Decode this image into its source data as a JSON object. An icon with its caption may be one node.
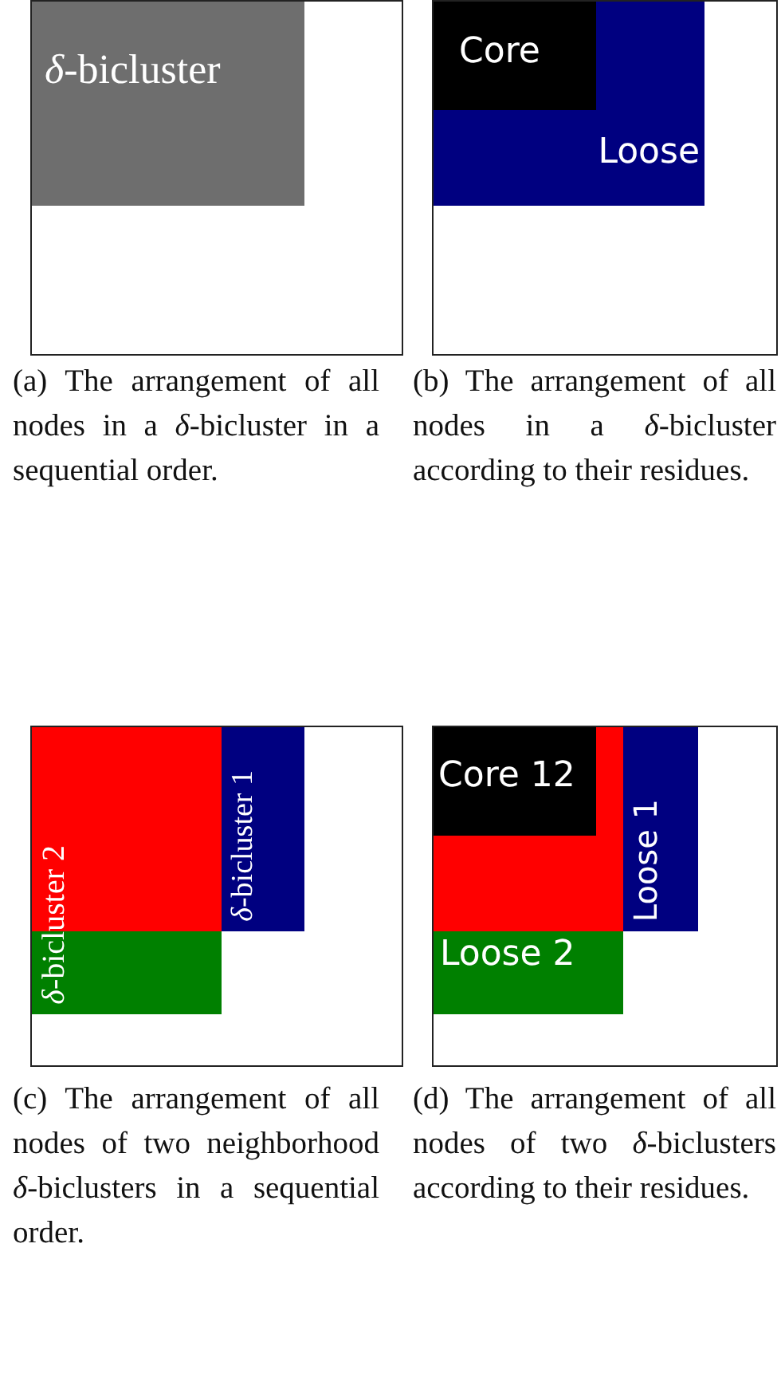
{
  "diagram": {
    "nodes": [
      {
        "text": [],
        "shape": "box",
        "beside": [
          "(a) The arrangement of all nodes in a *δ*-bicluster in a sequential order."
        ]
      },
      {
        "text": [
          "*δ*-bicluster"
        ],
        "in": 0
      },
      {
        "text": [],
        "shape": "box",
        "beside": [
          "(b) The arrangement of all nodes in a *δ*-bicluster according to their residues."
        ]
      },
      {
        "text": [
          "Loose"
        ],
        "in": 2
      },
      {
        "text": [
          "Core"
        ],
        "in": 3
      },
      {
        "text": [],
        "shape": "box",
        "beside": [
          "(c) The arrangement of all nodes of two neighborhood *δ*-biclusters in a sequential order."
        ]
      },
      {
        "text": [
          "*δ*-bicluster 1"
        ],
        "in": 5
      },
      {
        "text": [
          "*δ*-bicluster 2"
        ],
        "in": 5
      },
      {
        "text": [],
        "shape": "box",
        "beside": [
          "(d) The arrangement of all nodes of two *δ*-biclusters according to their residues."
        ]
      },
      {
        "text": [
          "Loose 1"
        ],
        "in": 8
      },
      {
        "text": [],
        "shape": "box",
        "in": 8
      },
      {
        "text": [
          "Core 12"
        ],
        "in": 10
      },
      {
        "text": [
          "Loose 2"
        ],
        "in": 8
      }
    ],
    "edges": []
  }
}
